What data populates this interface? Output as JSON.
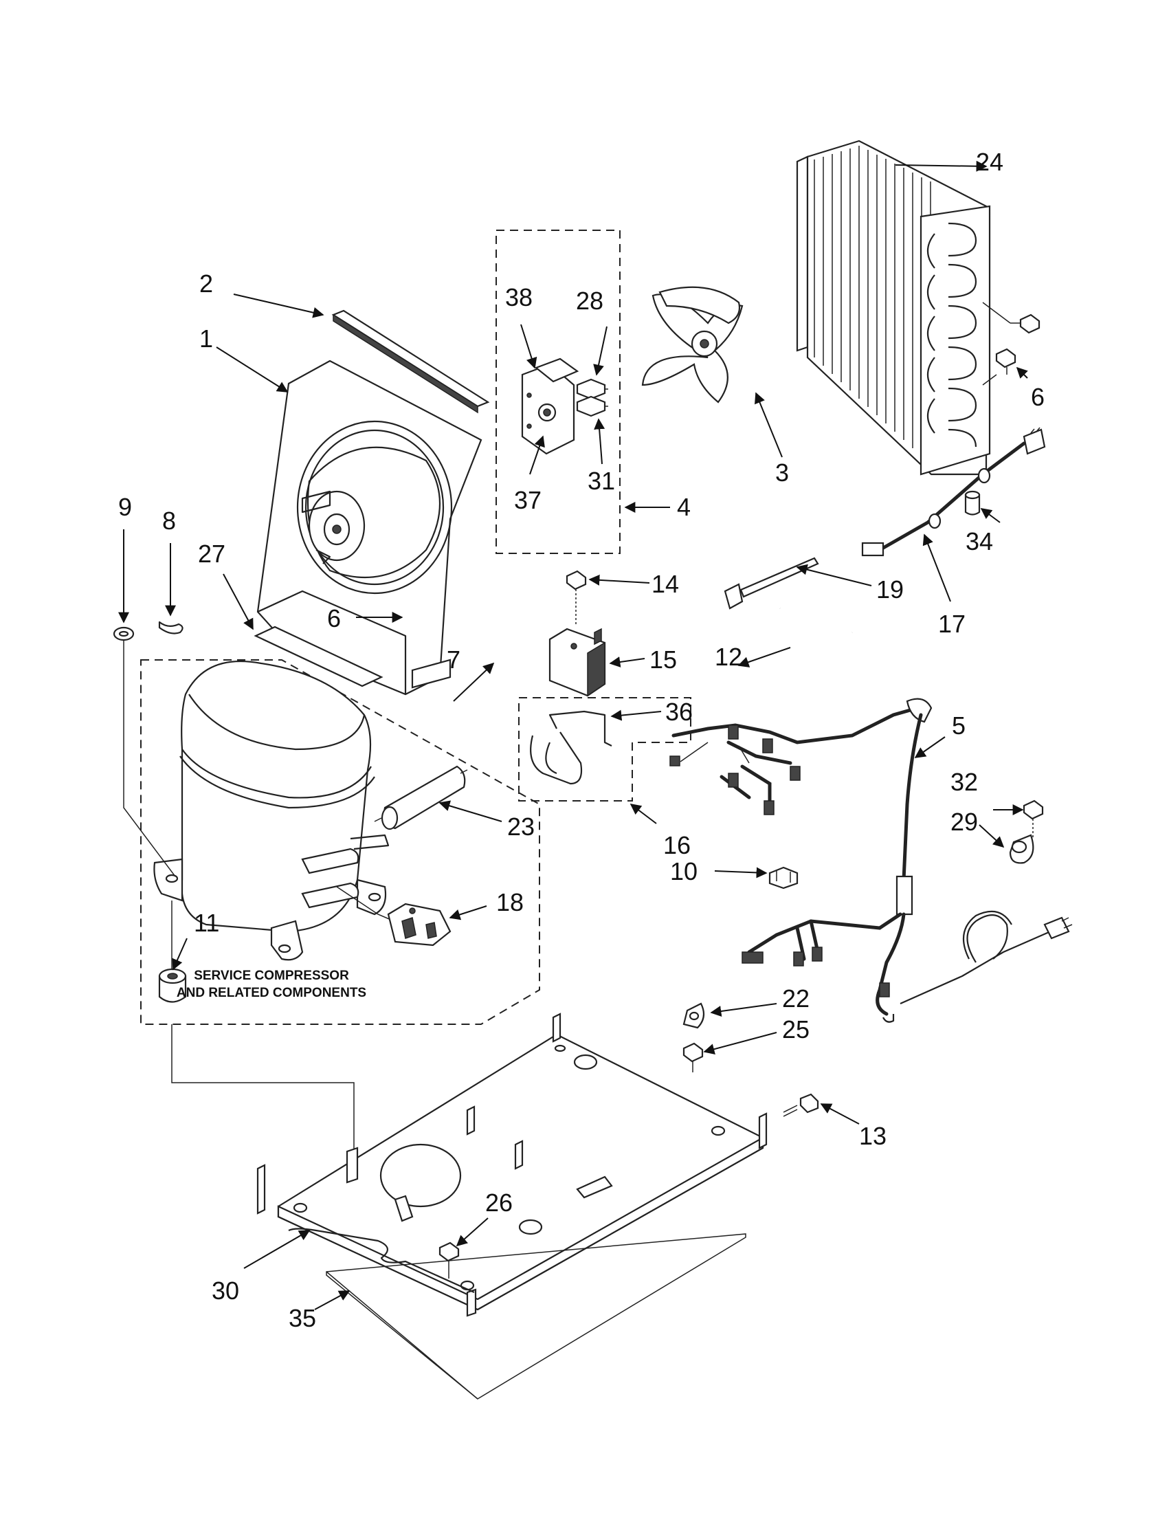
{
  "note": {
    "line1": "SERVICE COMPRESSOR",
    "line2": "AND RELATED COMPONENTS"
  },
  "callouts": [
    "1",
    "2",
    "3",
    "4",
    "5",
    "6",
    "6",
    "6",
    "7",
    "8",
    "9",
    "10",
    "11",
    "12",
    "13",
    "14",
    "15",
    "16",
    "17",
    "18",
    "19",
    "22",
    "23",
    "24",
    "25",
    "26",
    "27",
    "28",
    "29",
    "30",
    "31",
    "32",
    "34",
    "35",
    "36",
    "37",
    "38"
  ]
}
